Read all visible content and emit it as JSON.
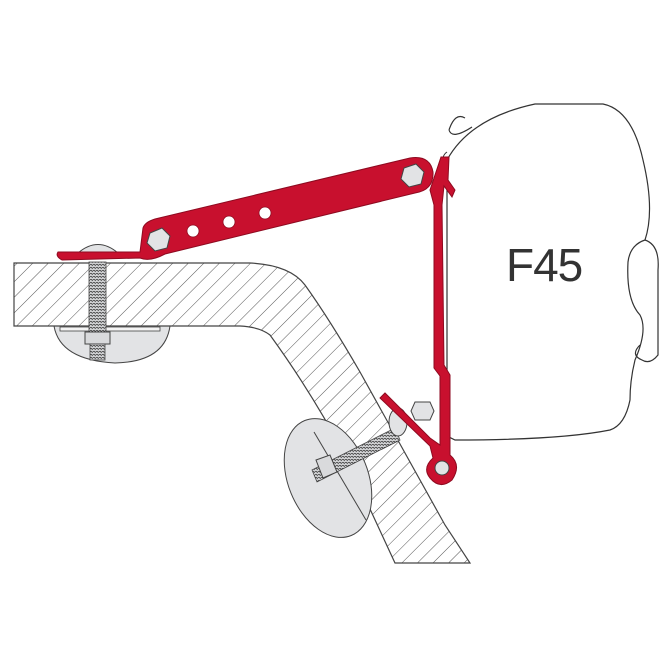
{
  "diagram": {
    "awning_label": "F45",
    "colors": {
      "bracket": "#c8102e",
      "bracket_dark": "#8e0a20",
      "outline": "#3a3a3a",
      "hatch": "#555555",
      "washer_fill": "#e2e3e5",
      "hardware_fill": "#d9dadc",
      "background": "#ffffff"
    },
    "components": [
      "roof-beam-hatched",
      "awning-cassette-F45",
      "red-adapter-arm",
      "red-vertical-bracket",
      "upper-bolt-with-nut-and-plate",
      "lower-bolt-with-nut-and-plate",
      "hex-pivot-bolts"
    ]
  }
}
